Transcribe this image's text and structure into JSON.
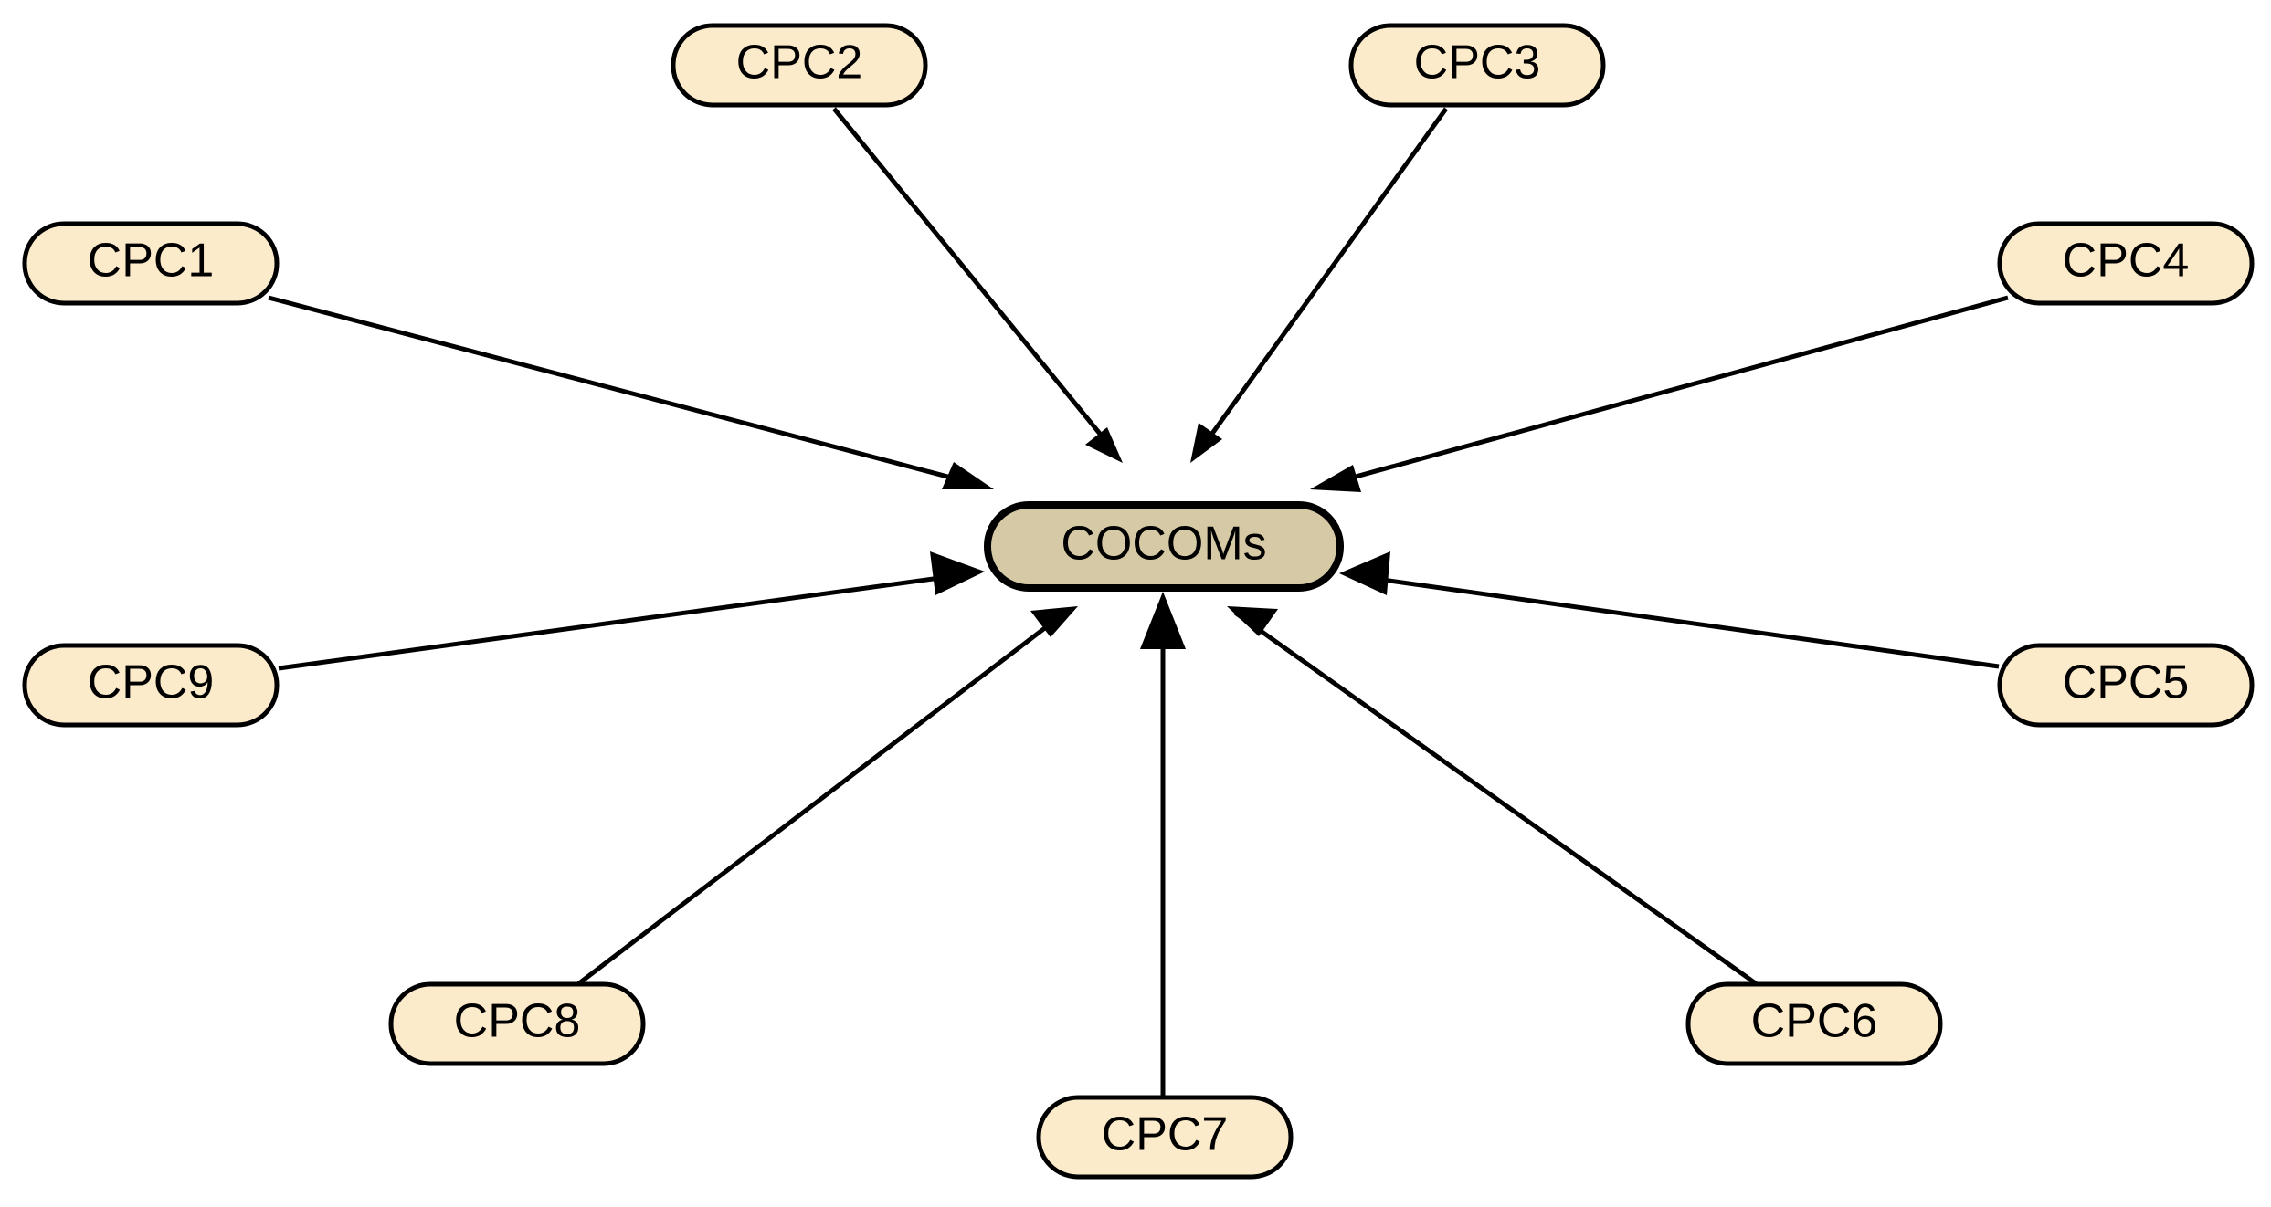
{
  "center": {
    "label": "COCOMs"
  },
  "nodes": [
    {
      "id": "cpc1",
      "label": "CPC1"
    },
    {
      "id": "cpc2",
      "label": "CPC2"
    },
    {
      "id": "cpc3",
      "label": "CPC3"
    },
    {
      "id": "cpc4",
      "label": "CPC4"
    },
    {
      "id": "cpc5",
      "label": "CPC5"
    },
    {
      "id": "cpc6",
      "label": "CPC6"
    },
    {
      "id": "cpc7",
      "label": "CPC7"
    },
    {
      "id": "cpc8",
      "label": "CPC8"
    },
    {
      "id": "cpc9",
      "label": "CPC9"
    }
  ],
  "edges": [
    {
      "from": "cpc1",
      "to": "center"
    },
    {
      "from": "cpc2",
      "to": "center"
    },
    {
      "from": "cpc3",
      "to": "center"
    },
    {
      "from": "cpc4",
      "to": "center"
    },
    {
      "from": "cpc5",
      "to": "center"
    },
    {
      "from": "cpc6",
      "to": "center"
    },
    {
      "from": "cpc7",
      "to": "center"
    },
    {
      "from": "cpc8",
      "to": "center"
    },
    {
      "from": "cpc9",
      "to": "center"
    }
  ],
  "colors": {
    "node_fill": "#FCEBCB",
    "center_fill": "#D6C9A5",
    "stroke": "#000000"
  }
}
